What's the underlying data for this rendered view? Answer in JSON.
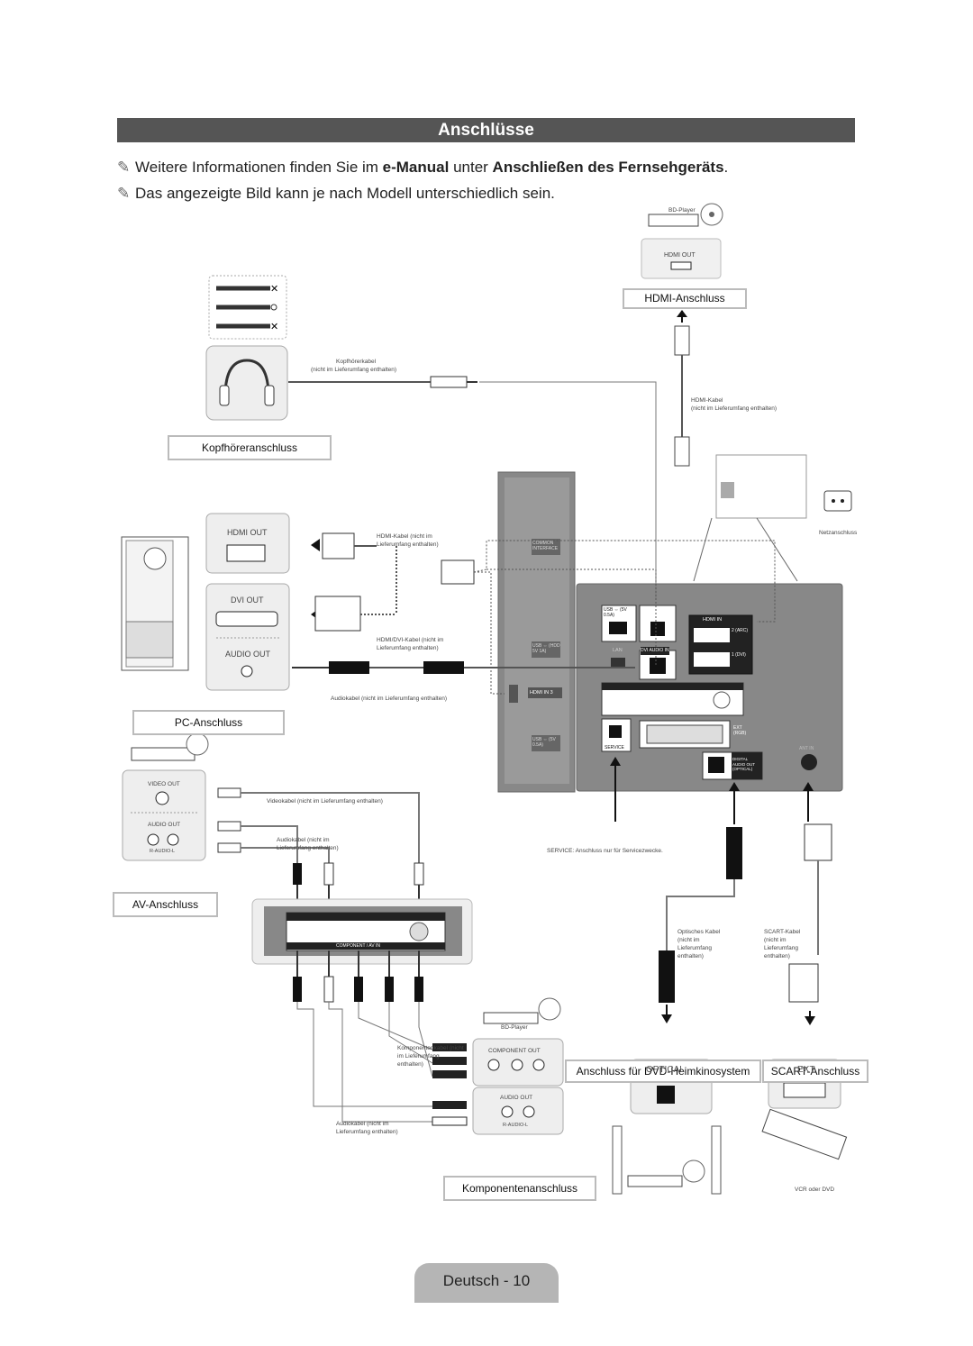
{
  "title": "Anschlüsse",
  "notes": [
    {
      "prefix": "Weitere Informationen finden Sie im ",
      "bold1": "e-Manual",
      "middle": " unter ",
      "bold2": "Anschließen des Fernsehgeräts",
      "suffix": "."
    },
    {
      "text": "Das angezeigte Bild kann je nach Modell unterschiedlich sein."
    }
  ],
  "connections": {
    "hdmi": "HDMI-Anschluss",
    "headphone": "Kopfhöreranschluss",
    "pc": "PC-Anschluss",
    "av": "AV-Anschluss",
    "dvd_home": "Anschluss für DVD-Heimkinosystem",
    "scart": "SCART-Anschluss",
    "component": "Komponentenanschluss"
  },
  "devices": {
    "bd_player_1": "BD-Player",
    "bd_player_2": "BD-Player",
    "vcr_dvd": "VCR oder DVD",
    "power": "Netzanschluss"
  },
  "ports": {
    "hdmi_out": "HDMI OUT",
    "pc_hdmi_out": "HDMI OUT",
    "dvi_out": "DVI OUT",
    "audio_out": "AUDIO OUT",
    "video_out": "VIDEO OUT",
    "av_audio_out": "AUDIO OUT",
    "r_audio_l": "R-AUDIO-L",
    "component_out": "COMPONENT OUT",
    "comp_audio_out": "AUDIO OUT",
    "comp_r_audio_l": "R-AUDIO-L",
    "optical": "OPTICAL",
    "ext": "EXT",
    "common_interface": "COMMON INTERFACE",
    "usb_hdd": "USB ⇔ (HDD 5V 1A)",
    "usb_05a": "USB ⇔ (5V 0.5A)",
    "hdmi_in_3": "HDMI IN 3",
    "hdmi_in": "HDMI IN",
    "hdmi_in_2": "2 (ARC)",
    "hdmi_in_1": "1 (DVI)",
    "dvi_audio_in": "DVI AUDIO IN",
    "lan": "LAN",
    "component_av_in": "COMPONENT / AV IN",
    "ext_rgb": "EXT (RGB)",
    "service": "SERVICE",
    "digital_audio_out": "DIGITAL AUDIO OUT (OPTICAL)",
    "ant_in": "ANT IN"
  },
  "cables": {
    "headphone_cable": "Kopfhörerkabel",
    "headphone_cable_note": "(nicht im Lieferumfang enthalten)",
    "hdmi_cable": "HDMI-Kabel",
    "hdmi_cable_note": "(nicht im Lieferumfang enthalten)",
    "pc_hdmi_cable": "HDMI-Kabel (nicht im Lieferumfang enthalten)",
    "hdmi_dvi_cable": "HDMI/DVI-Kabel (nicht im Lieferumfang enthalten)",
    "audio_cable": "Audiokabel (nicht im Lieferumfang enthalten)",
    "video_cable": "Videokabel (nicht im Lieferumfang enthalten)",
    "av_audio_cable": "Audiokabel (nicht im Lieferumfang enthalten)",
    "component_cable": "Komponentenkabel (nicht im Lieferumfang enthalten)",
    "comp_audio_cable": "Audiokabel (nicht im Lieferumfang enthalten)",
    "optical_cable": "Optisches Kabel (nicht im Lieferumfang enthalten)",
    "scart_cable": "SCART-Kabel (nicht im Lieferumfang enthalten)",
    "service_note": "SERVICE: Anschluss nur für Servicezwecke."
  },
  "footer": {
    "language": "Deutsch",
    "separator": " - ",
    "page": "10"
  }
}
